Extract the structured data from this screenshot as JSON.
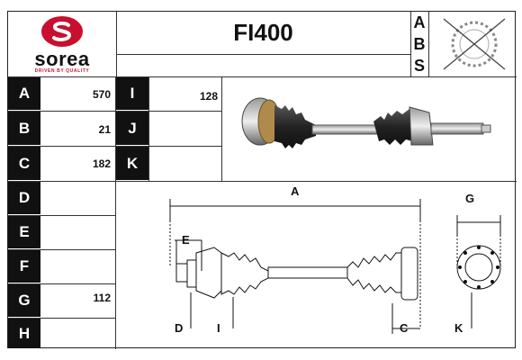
{
  "brand": {
    "name": "sorea",
    "tagline": "DRIVEN BY QUALITY",
    "color": "#c8102e"
  },
  "product": {
    "code": "FI400"
  },
  "abs": {
    "letters": [
      "A",
      "B",
      "S"
    ]
  },
  "dimensions": [
    {
      "label": "A",
      "value": "570"
    },
    {
      "label": "B",
      "value": "21"
    },
    {
      "label": "C",
      "value": "182"
    },
    {
      "label": "D",
      "value": ""
    },
    {
      "label": "E",
      "value": ""
    },
    {
      "label": "F",
      "value": ""
    },
    {
      "label": "G",
      "value": "112"
    },
    {
      "label": "H",
      "value": ""
    }
  ],
  "dimensions_right": [
    {
      "label": "I",
      "value": "128"
    },
    {
      "label": "J",
      "value": ""
    },
    {
      "label": "K",
      "value": ""
    }
  ],
  "drawing_labels": {
    "a": "A",
    "c": "C",
    "d": "D",
    "e": "E",
    "g": "G",
    "i": "I",
    "k": "K"
  }
}
